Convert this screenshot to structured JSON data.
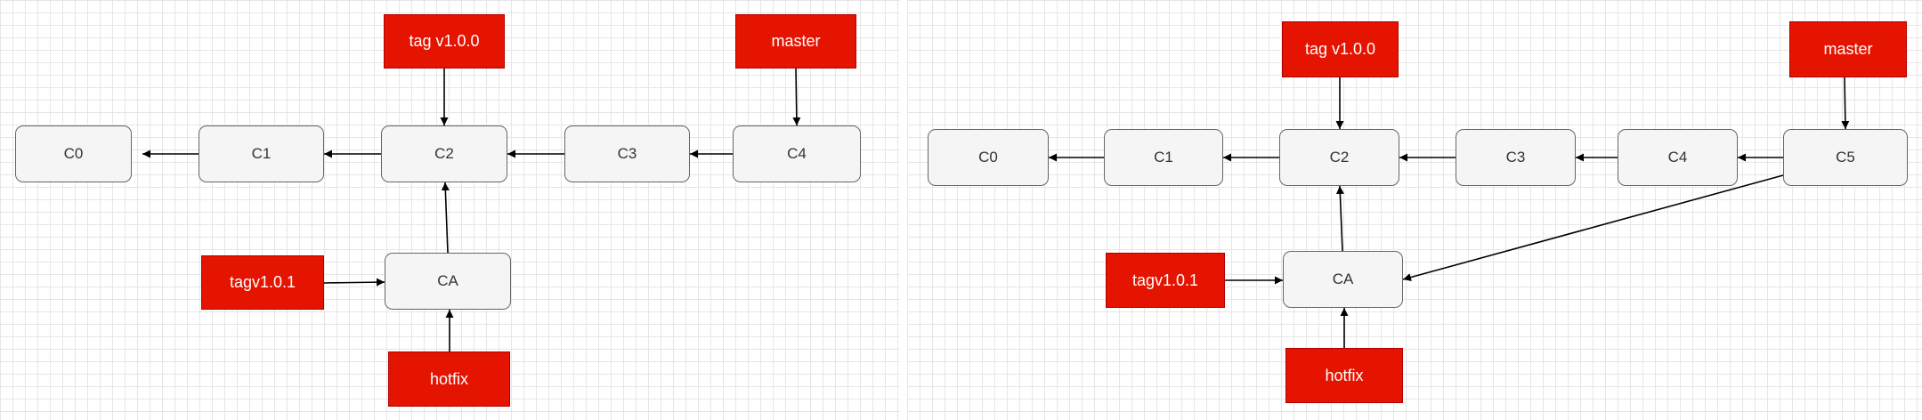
{
  "colors": {
    "commit_fill": "#f5f5f5",
    "commit_border": "#666666",
    "ref_fill": "#e51400",
    "ref_text": "#ffffff",
    "edge": "#000000"
  },
  "diagrams": [
    {
      "commits": [
        "C0",
        "C1",
        "C2",
        "C3",
        "C4",
        "CA"
      ],
      "refs": [
        "tag v1.0.0",
        "master",
        "tagv1.0.1",
        "hotfix"
      ]
    },
    {
      "commits": [
        "C0",
        "C1",
        "C2",
        "C3",
        "C4",
        "C5",
        "CA"
      ],
      "refs": [
        "tag v1.0.0",
        "master",
        "tagv1.0.1",
        "hotfix"
      ]
    }
  ]
}
